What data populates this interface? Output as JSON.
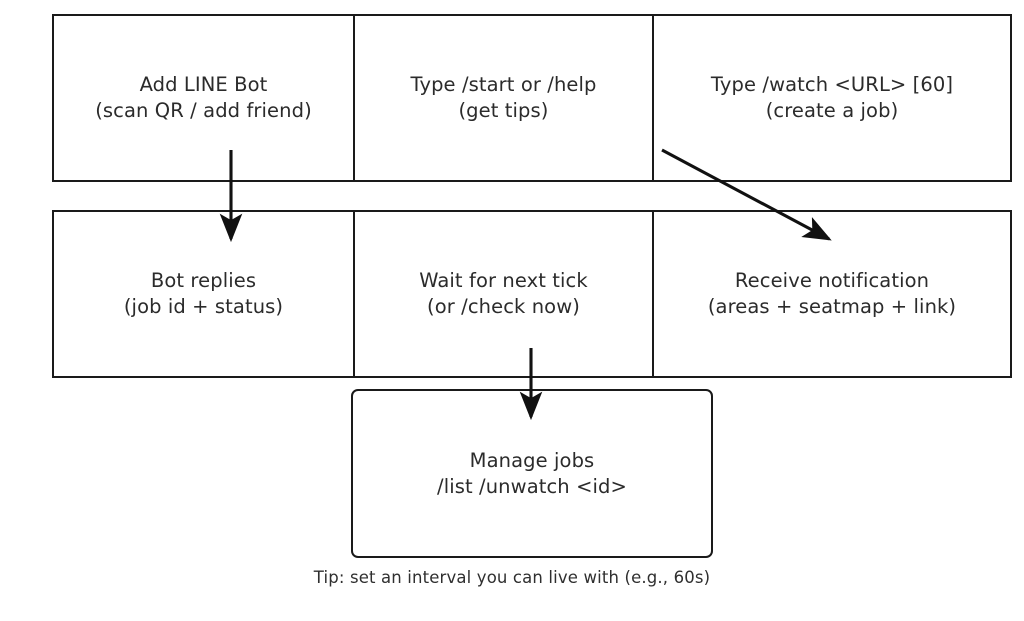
{
  "diagram": {
    "type": "flowchart",
    "background_color": "#ffffff",
    "box_border_color": "#1a1a1a",
    "text_color": "#2b2b2b",
    "rows": [
      {
        "row_name": "row-1-setup",
        "boxes": [
          {
            "id": "add-bot",
            "title": "Add LINE Bot",
            "subtitle": "(scan QR / add friend)",
            "text": "Add LINE Bot\n(scan QR / add friend)"
          },
          {
            "id": "type-start",
            "title": "Type /start or /help",
            "subtitle": "(get tips)",
            "text": "Type /start or /help\n(get tips)"
          },
          {
            "id": "type-watch",
            "title": "Type /watch <URL> [60]",
            "subtitle": "(create a job)",
            "text": "Type /watch <URL> [60]\n(create a job)"
          }
        ]
      },
      {
        "row_name": "row-2-results",
        "boxes": [
          {
            "id": "bot-replies",
            "title": "Bot replies",
            "subtitle": "(job id + status)",
            "text": "Bot replies\n(job id + status)"
          },
          {
            "id": "wait-tick",
            "title": "Wait for next tick",
            "subtitle": "(or /check now)",
            "text": "Wait for next tick\n(or /check now)"
          },
          {
            "id": "receive-notification",
            "title": "Receive notification",
            "subtitle": "(areas + seatmap + link)",
            "text": "Receive notification\n(areas + seatmap + link)"
          }
        ]
      },
      {
        "row_name": "row-3-manage",
        "boxes": [
          {
            "id": "manage-jobs",
            "title": "Manage jobs",
            "subtitle": "/list  /unwatch <id>",
            "text": "Manage jobs\n/list  /unwatch <id>"
          }
        ]
      }
    ],
    "arrows": [
      {
        "id": "arrow-add-bot-to-bot-replies",
        "from": "add-bot",
        "to": "bot-replies",
        "style": "vertical-down"
      },
      {
        "id": "arrow-type-watch-to-receive",
        "from": "type-watch",
        "to": "receive-notification",
        "style": "diagonal-down-right"
      },
      {
        "id": "arrow-wait-tick-to-manage-jobs",
        "from": "wait-tick",
        "to": "manage-jobs",
        "style": "vertical-down"
      }
    ],
    "caption": "Tip: set an interval you can live with (e.g., 60s)"
  }
}
